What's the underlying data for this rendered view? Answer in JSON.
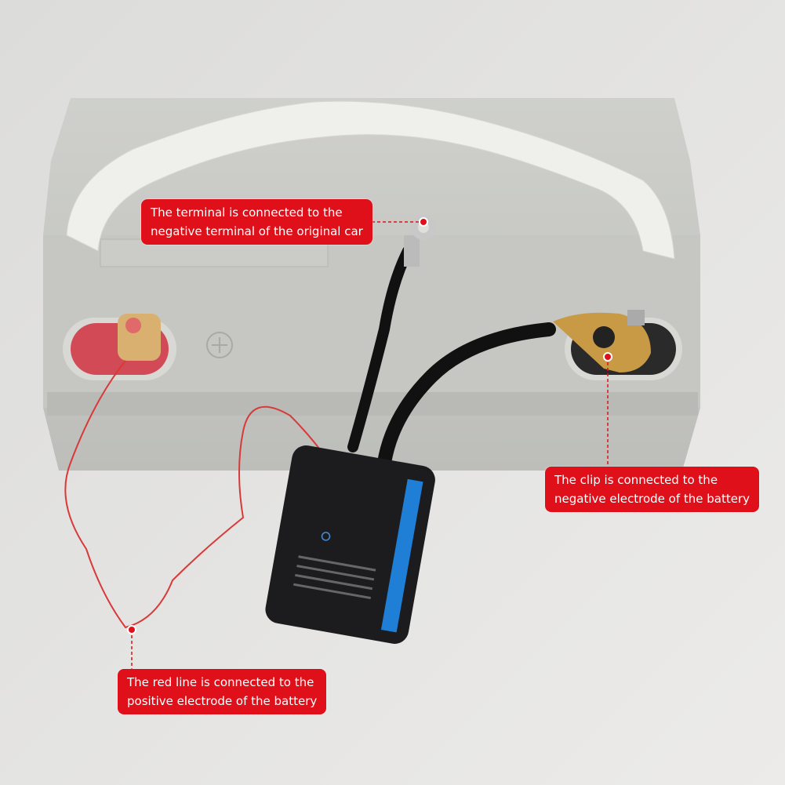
{
  "annotations": [
    {
      "line1": "The terminal is connected to the",
      "line2": "negative terminal of the original car"
    },
    {
      "line1": "The clip is connected to the",
      "line2": "negative electrode of the battery"
    },
    {
      "line1": "The red line is connected to the",
      "line2": "positive electrode of the battery"
    }
  ],
  "colors": {
    "label_bg": "#e0101a",
    "background": "#e4e3e1",
    "battery": "#c9cac6",
    "device": "#1c1c1e",
    "device_stripe": "#1f7fd6"
  }
}
